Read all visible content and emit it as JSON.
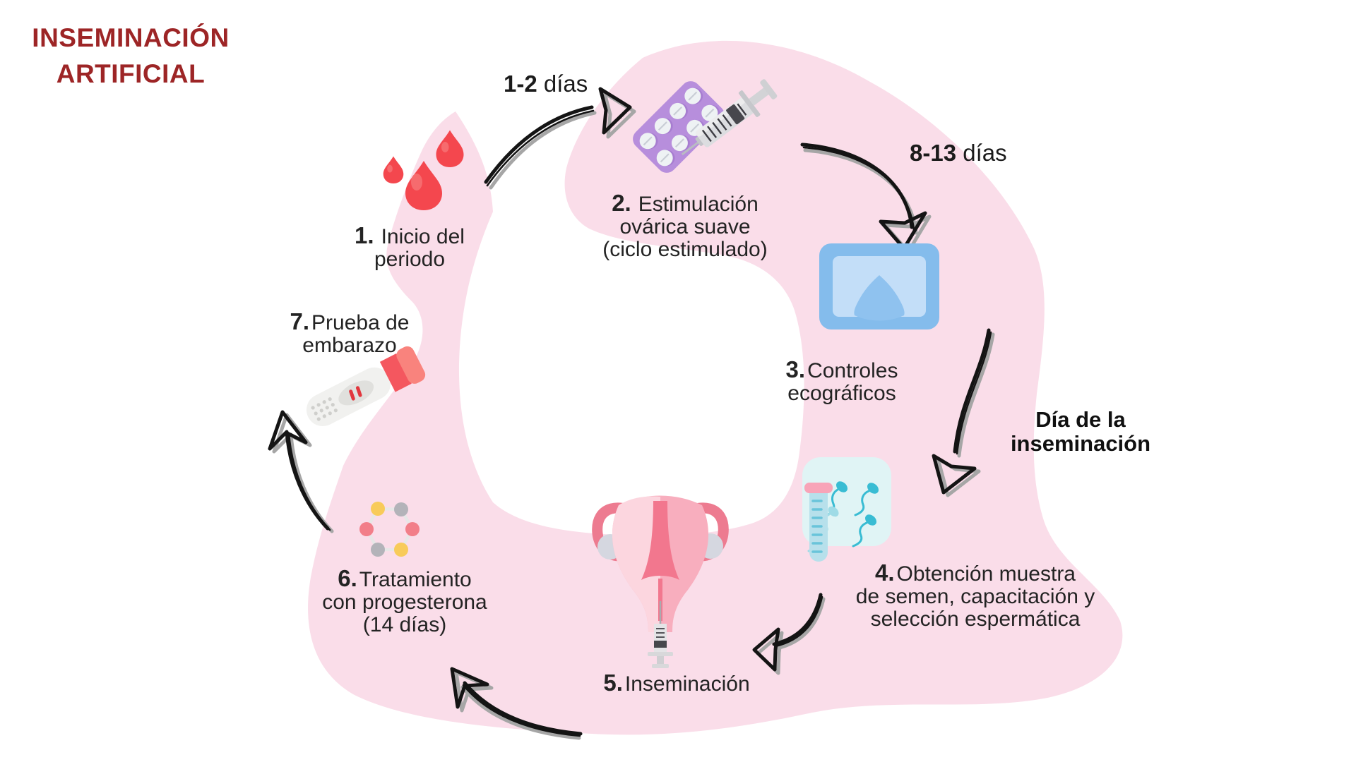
{
  "title": {
    "line1": "INSEMINACIÓN",
    "line2": "ARTIFICIAL"
  },
  "steps": {
    "s1": {
      "num": "1.",
      "line1": "Inicio del",
      "line2": "periodo",
      "icon": "blood-drops-icon"
    },
    "s2": {
      "num": "2.",
      "line1": "Estimulación",
      "line2": "ovárica suave",
      "line3": "(ciclo estimulado)",
      "icon": "pill-blister-syringe-icon"
    },
    "s3": {
      "num": "3.",
      "line1": "Controles",
      "line2": "ecográficos",
      "icon": "ultrasound-icon"
    },
    "s4": {
      "num": "4.",
      "line1": "Obtención muestra",
      "line2": "de semen, capacitación y",
      "line3": "selección espermática",
      "icon": "sperm-sample-icon"
    },
    "s5": {
      "num": "5.",
      "line1": "Inseminación",
      "icon": "uterus-syringe-icon"
    },
    "s6": {
      "num": "6.",
      "line1": "Tratamiento",
      "line2": "con progesterona",
      "line3": "(14 días)",
      "icon": "molecule-icon"
    },
    "s7": {
      "num": "7.",
      "line1": "Prueba de",
      "line2": "embarazo",
      "icon": "pregnancy-test-icon"
    }
  },
  "labels": {
    "between_1_2": {
      "bold": "1-2",
      "rest": " días"
    },
    "between_2_3": {
      "bold": "8-13",
      "rest": " días"
    },
    "insemination_day": {
      "line1": "Día de la",
      "line2": "inseminación"
    }
  },
  "colors": {
    "background_blob": "#fadde9",
    "title_red": "#9d2526",
    "text": "#232323",
    "arrow_black": "#141414",
    "arrow_gray": "#a6a6a6",
    "blood_red": "#f4474e",
    "blister_purple": "#b78edc",
    "ultrasound_blue": "#84bcec",
    "sperm_teal": "#39bcd3",
    "uterus_pink": "#ed7b90",
    "molecule_yellow": "#f8cb5a",
    "molecule_red": "#f27e89",
    "test_coral": "#f4575f"
  }
}
